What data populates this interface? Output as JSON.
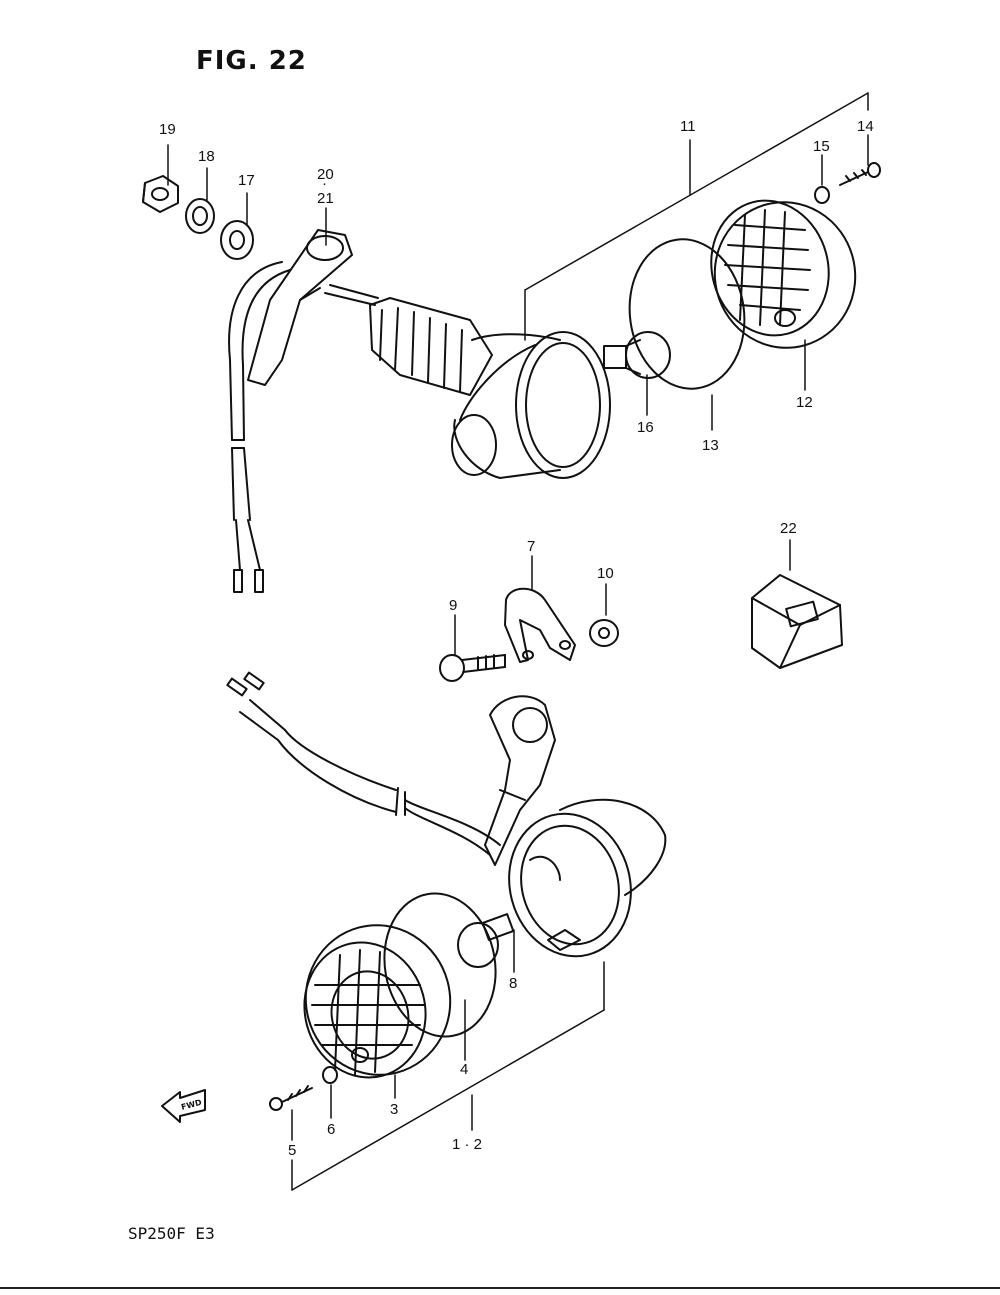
{
  "title": "FIG. 22",
  "model_code": "SP250F  E3",
  "fwd_label": "FWD",
  "callouts": {
    "c1_2": "1 · 2",
    "c3": "3",
    "c4": "4",
    "c5": "5",
    "c6": "6",
    "c7": "7",
    "c8": "8",
    "c9": "9",
    "c10": "10",
    "c11": "11",
    "c12": "12",
    "c13": "13",
    "c14": "14",
    "c15": "15",
    "c16": "16",
    "c17": "17",
    "c18": "18",
    "c19": "19",
    "c20": "20",
    "c21_dot": "·",
    "c21": "21",
    "c22": "22"
  },
  "colors": {
    "ink": "#111111",
    "paper": "#ffffff"
  }
}
